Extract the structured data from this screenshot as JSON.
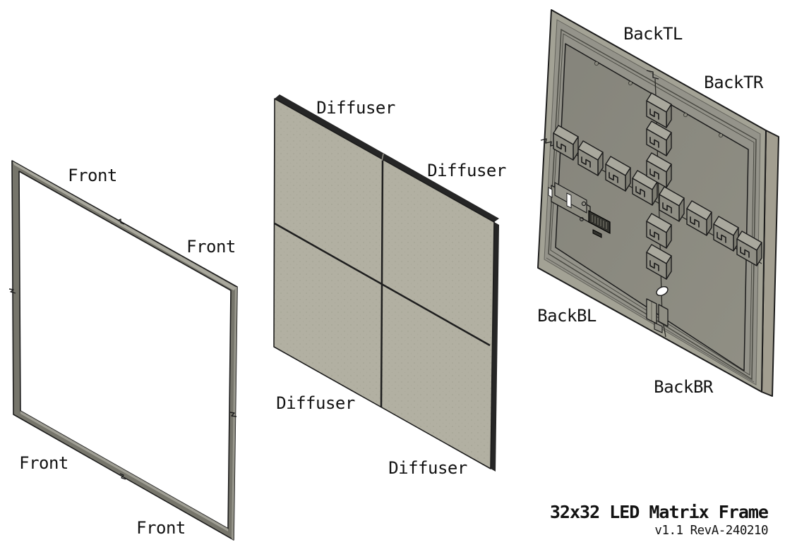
{
  "title": {
    "text": "32x32 LED Matrix Frame",
    "version": "v1.1 RevA-240210"
  },
  "labels": {
    "front_top": "Front",
    "front_right": "Front",
    "front_bottom_left": "Front",
    "front_bottom": "Front",
    "diffuser_top_left": "Diffuser",
    "diffuser_top_right": "Diffuser",
    "diffuser_bottom_left": "Diffuser",
    "diffuser_bottom_right": "Diffuser",
    "back_top_left": "BackTL",
    "back_top_right": "BackTR",
    "back_bottom_left": "BackBL",
    "back_bottom_right": "BackBR"
  },
  "colors": {
    "background": "#ffffff",
    "outline": "#1c1c1c",
    "label_text": "#121212",
    "frame_face": "#76756b",
    "frame_top": "#a9a89d",
    "diffuser_face": "#b2b0a2",
    "diffuser_edge": "#262626",
    "back_face_light": "#a3a295",
    "back_rim": "#94938a",
    "back_floor": "#8a897e",
    "back_side": "#a29e90",
    "cube_top": "#a9a89d",
    "cube_face": "#8f8e84",
    "pcb_dark": "#32322d"
  }
}
